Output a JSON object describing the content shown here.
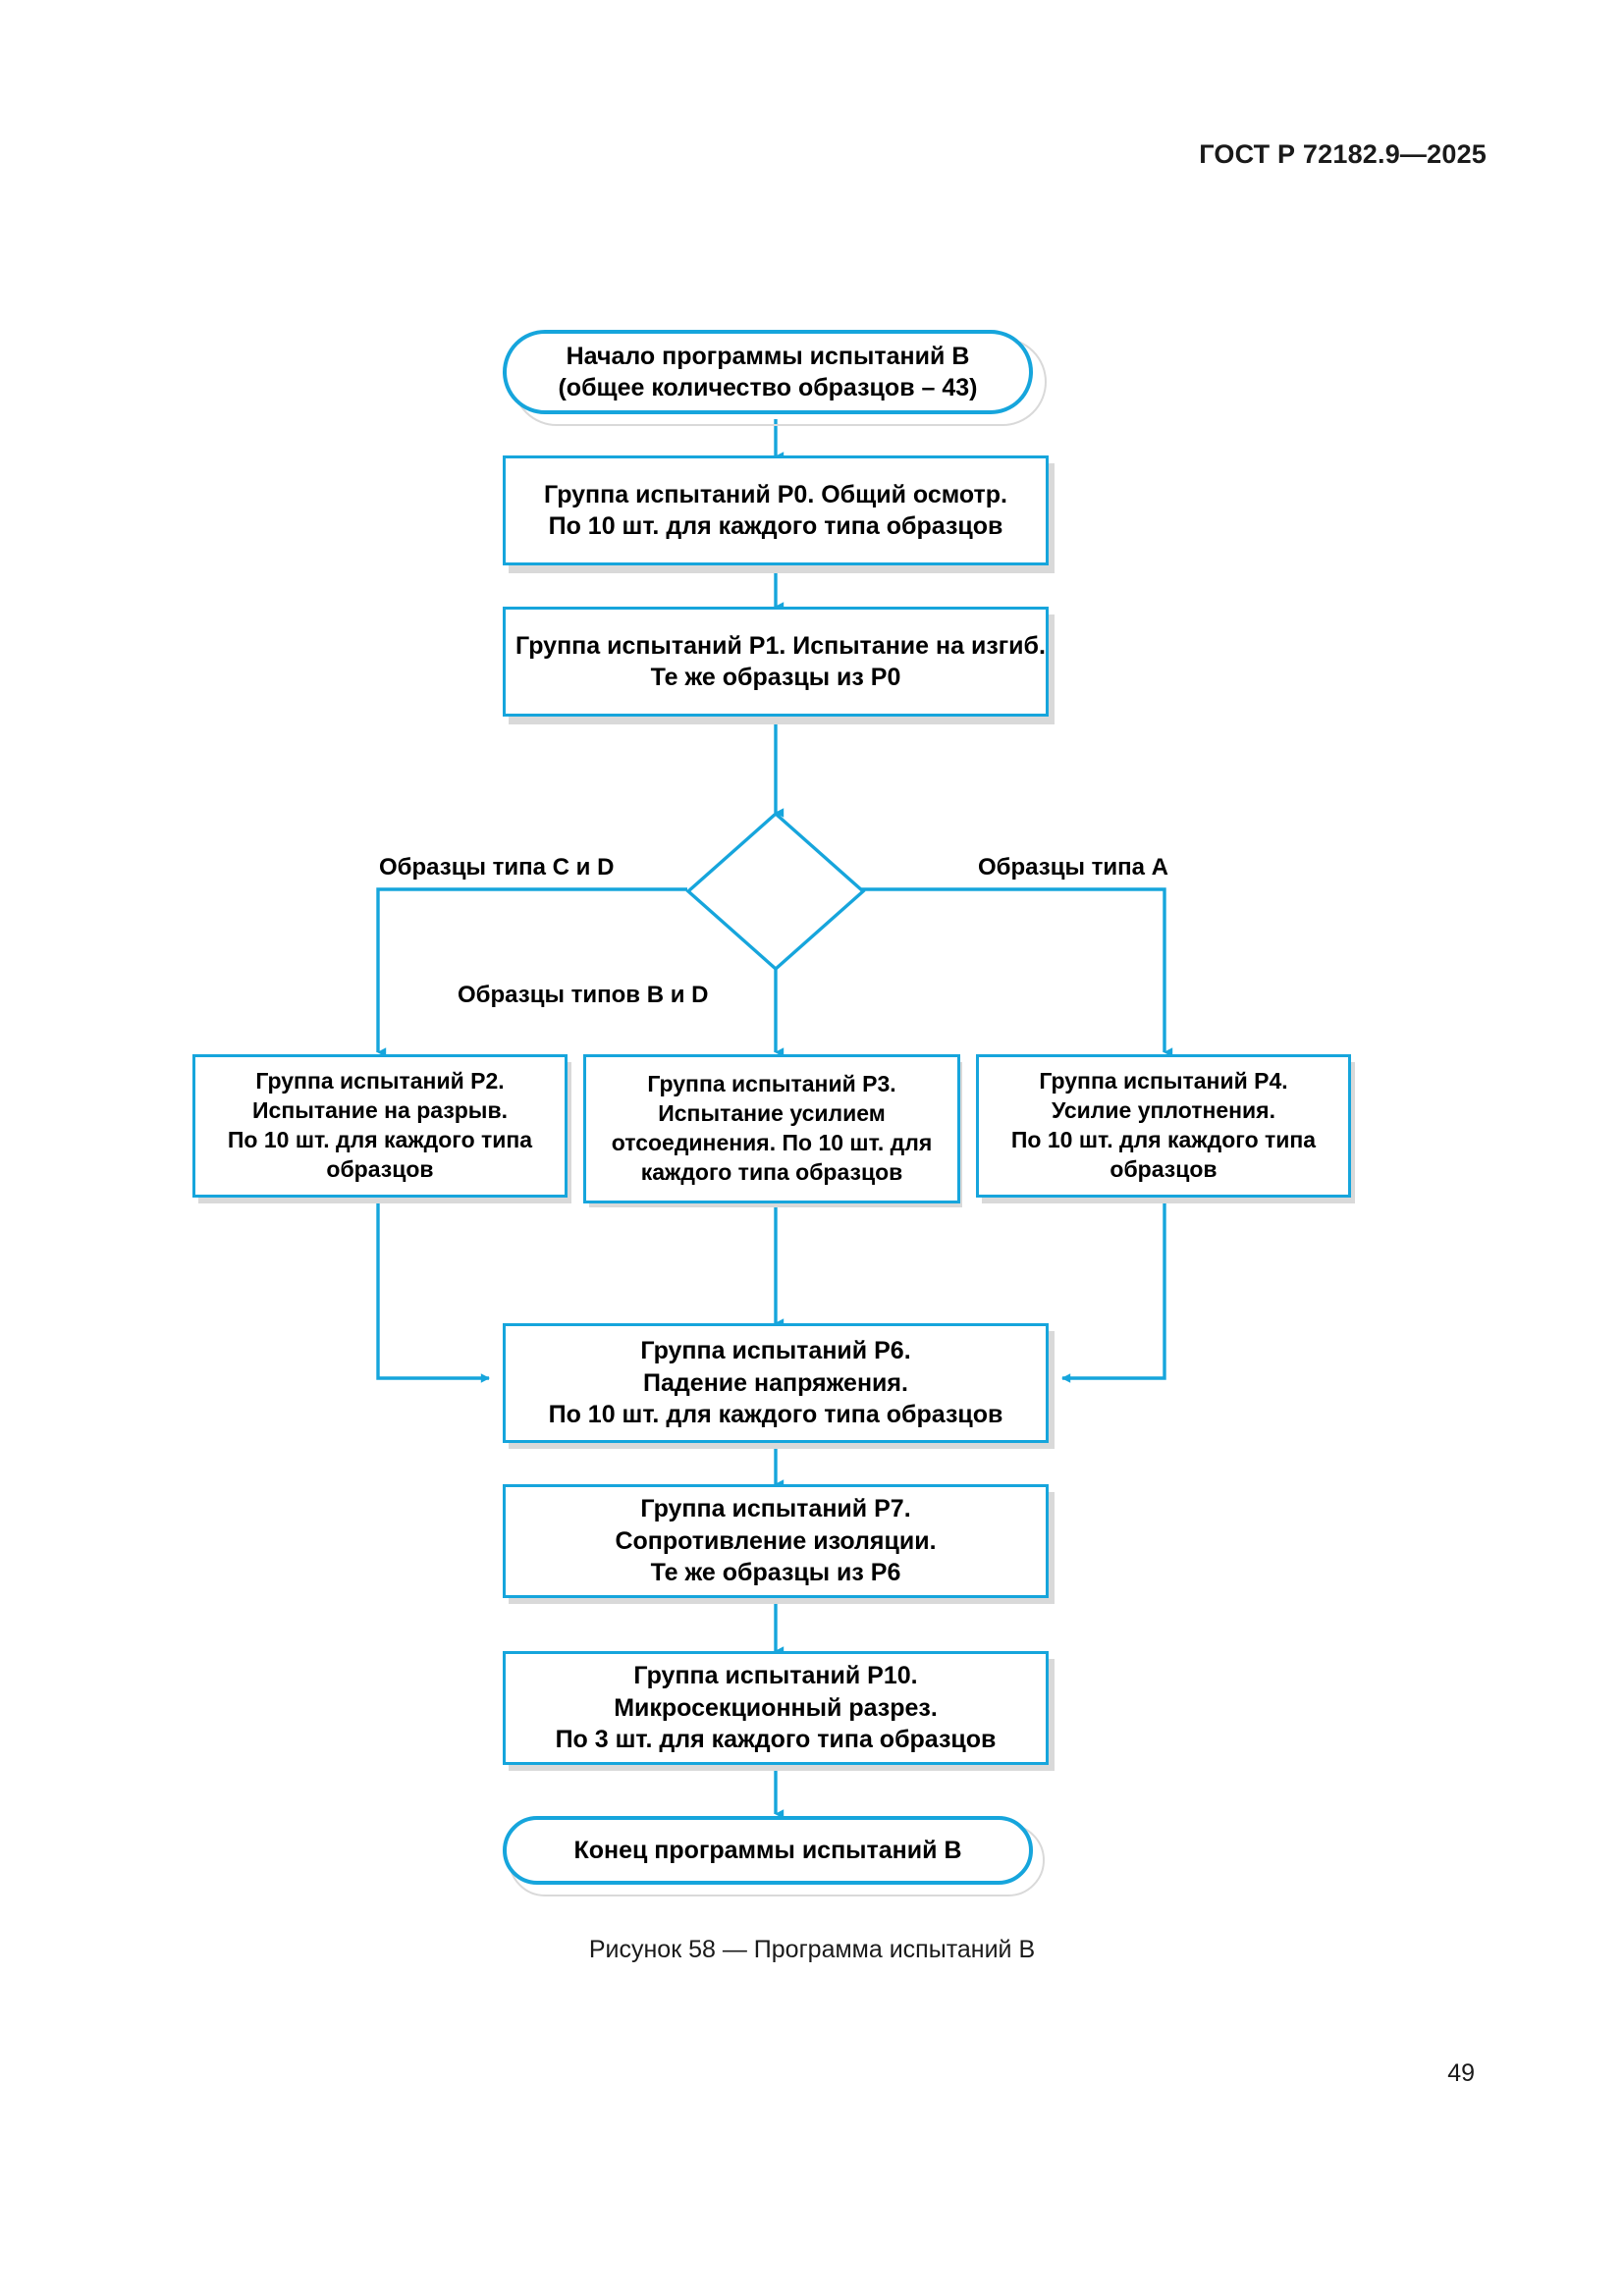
{
  "header": {
    "standard_code": "ГОСТ Р 72182.9—2025"
  },
  "figure": {
    "caption": "Рисунок 58 — Программа испытаний B",
    "accent_color": "#16A5DC",
    "text_color": "#000000",
    "nodes": {
      "start": {
        "type": "terminator",
        "lines": [
          "Начало программы испытаний B",
          "(общее количество образцов – 43)"
        ]
      },
      "p0": {
        "type": "process",
        "lines": [
          "Группа испытаний P0. Общий  осмотр.",
          "По 10 шт. для каждого типа  образцов"
        ]
      },
      "p1": {
        "type": "process",
        "lines": [
          "Группа испытаний P1. Испытание  на изгиб.",
          "Те же образцы из P0"
        ]
      },
      "decision": {
        "type": "decision",
        "lines": []
      },
      "p2": {
        "type": "process",
        "lines": [
          "Группа испытаний P2.",
          "Испытание на разрыв.",
          "По 10 шт. для каждого  типа",
          "образцов"
        ]
      },
      "p3": {
        "type": "process",
        "lines": [
          "Группа испытаний P3.",
          "Испытание усилием",
          "отсоединения. По 10 шт. для",
          "каждого типа  образцов"
        ]
      },
      "p4": {
        "type": "process",
        "lines": [
          "Группа испытаний P4.",
          "Усилие уплотнения.",
          "По 10 шт. для каждого  типа",
          "образцов"
        ]
      },
      "p6": {
        "type": "process",
        "lines": [
          "Группа испытаний P6.",
          "Падение напряжения.",
          "По 10 шт. для каждого типа образцов"
        ]
      },
      "p7": {
        "type": "process",
        "lines": [
          "Группа испытаний P7.",
          "Сопротивление изоляции.",
          "Те же образцы из P6"
        ]
      },
      "p10": {
        "type": "process",
        "lines": [
          "Группа испытаний P10.",
          "Микросекционный разрез.",
          "По 3 шт. для каждого типа образцов"
        ]
      },
      "end": {
        "type": "terminator",
        "lines": [
          "Конец программы испытаний B"
        ]
      }
    },
    "edge_labels": {
      "left_branch": "Образцы типа C и D",
      "right_branch": "Образцы типа A",
      "center_branch": "Образцы типов  B и D"
    }
  },
  "footer": {
    "page_number": "49"
  }
}
